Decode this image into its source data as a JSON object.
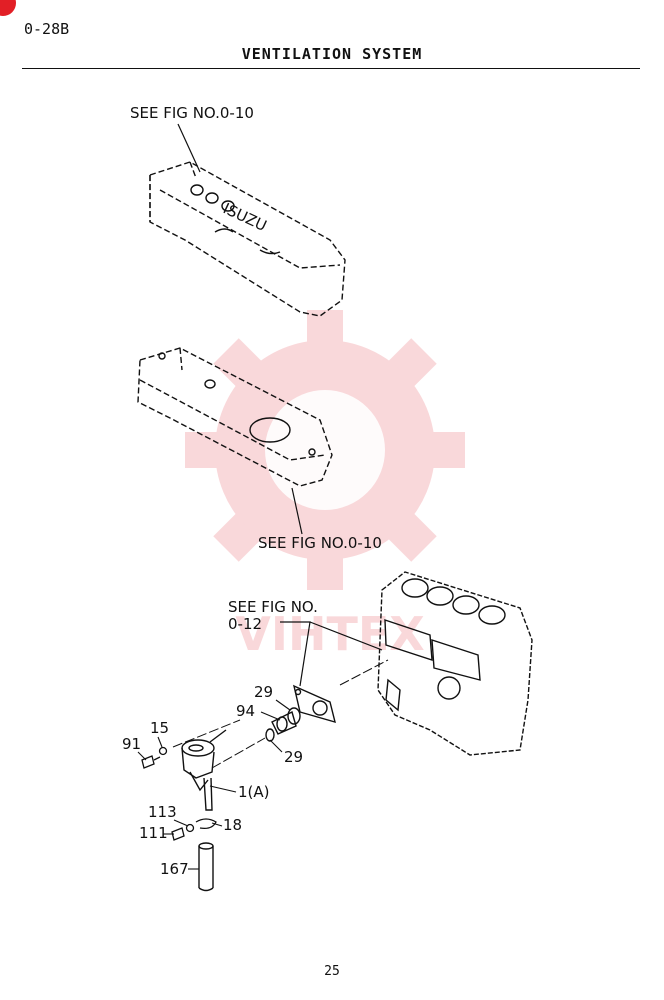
{
  "header": {
    "code": "0-28B",
    "title": "VENTILATION  SYSTEM"
  },
  "callouts": {
    "see_fig_top": "SEE FIG NO.0-10",
    "see_fig_mid": "SEE FIG NO.0-10",
    "see_fig_block_line1": "SEE FIG NO.",
    "see_fig_block_line2": "0-12"
  },
  "cover_marking": "ISUZU",
  "part_numbers": {
    "p29a": "29",
    "p94": "94",
    "p29b": "29",
    "p15": "15",
    "p91": "91",
    "p1a": "1(A)",
    "p113": "113",
    "p111": "111",
    "p18": "18",
    "p167": "167"
  },
  "watermark": {
    "text": "VIHTEX",
    "color": "#e8505b"
  },
  "footer": {
    "page": "25"
  }
}
